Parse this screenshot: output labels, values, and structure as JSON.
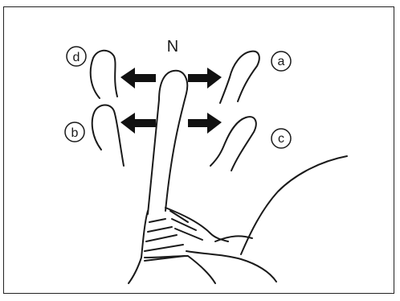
{
  "diagram": {
    "neutral_label": "N",
    "positions": [
      {
        "key": "d",
        "label": "d"
      },
      {
        "key": "a",
        "label": "a"
      },
      {
        "key": "b",
        "label": "b"
      },
      {
        "key": "c",
        "label": "c"
      }
    ],
    "colors": {
      "line": "#1a1a1a",
      "arrow": "#111111",
      "background": "#ffffff"
    }
  }
}
